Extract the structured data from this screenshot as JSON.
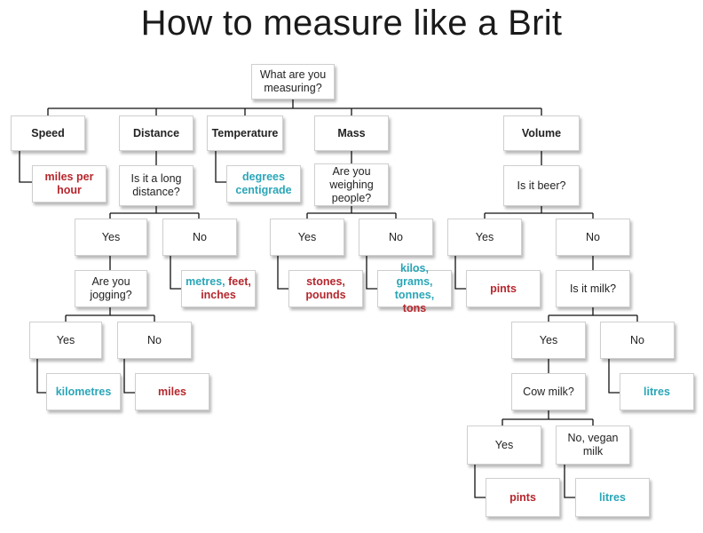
{
  "title": "How to measure like a Brit",
  "colors": {
    "red": "#b5272d",
    "teal": "#2aa6b8",
    "text": "#222222",
    "line": "#111111"
  },
  "nodes": {
    "root": "What are you measuring?",
    "speed": "Speed",
    "distance": "Distance",
    "temperature": "Temperature",
    "mass": "Mass",
    "volume": "Volume",
    "miles_per_hour": "miles per hour",
    "long_distance": "Is it a long distance?",
    "degrees_centigrade": "degrees centigrade",
    "weighing_people": "Are you weighing people?",
    "is_beer": "Is it beer?",
    "ld_yes": "Yes",
    "ld_no": "No",
    "wp_yes": "Yes",
    "wp_no": "No",
    "beer_yes": "Yes",
    "beer_no": "No",
    "jogging": "Are you jogging?",
    "metres_comma": "metres,",
    "feet_comma": "feet,",
    "inches": "inches",
    "stones_pounds": "stones, pounds",
    "kilos_comma": "kilos,",
    "grams_comma": "grams,",
    "tonnes_comma": "tonnes,",
    "tons": "tons",
    "pints_1": "pints",
    "is_milk": "Is it milk?",
    "jog_yes": "Yes",
    "jog_no": "No",
    "milk_yes": "Yes",
    "milk_no": "No",
    "kilometres": "kilometres",
    "miles": "miles",
    "cow_milk": "Cow milk?",
    "litres_1": "litres",
    "cow_yes": "Yes",
    "cow_no": "No, vegan milk",
    "pints_2": "pints",
    "litres_2": "litres"
  }
}
